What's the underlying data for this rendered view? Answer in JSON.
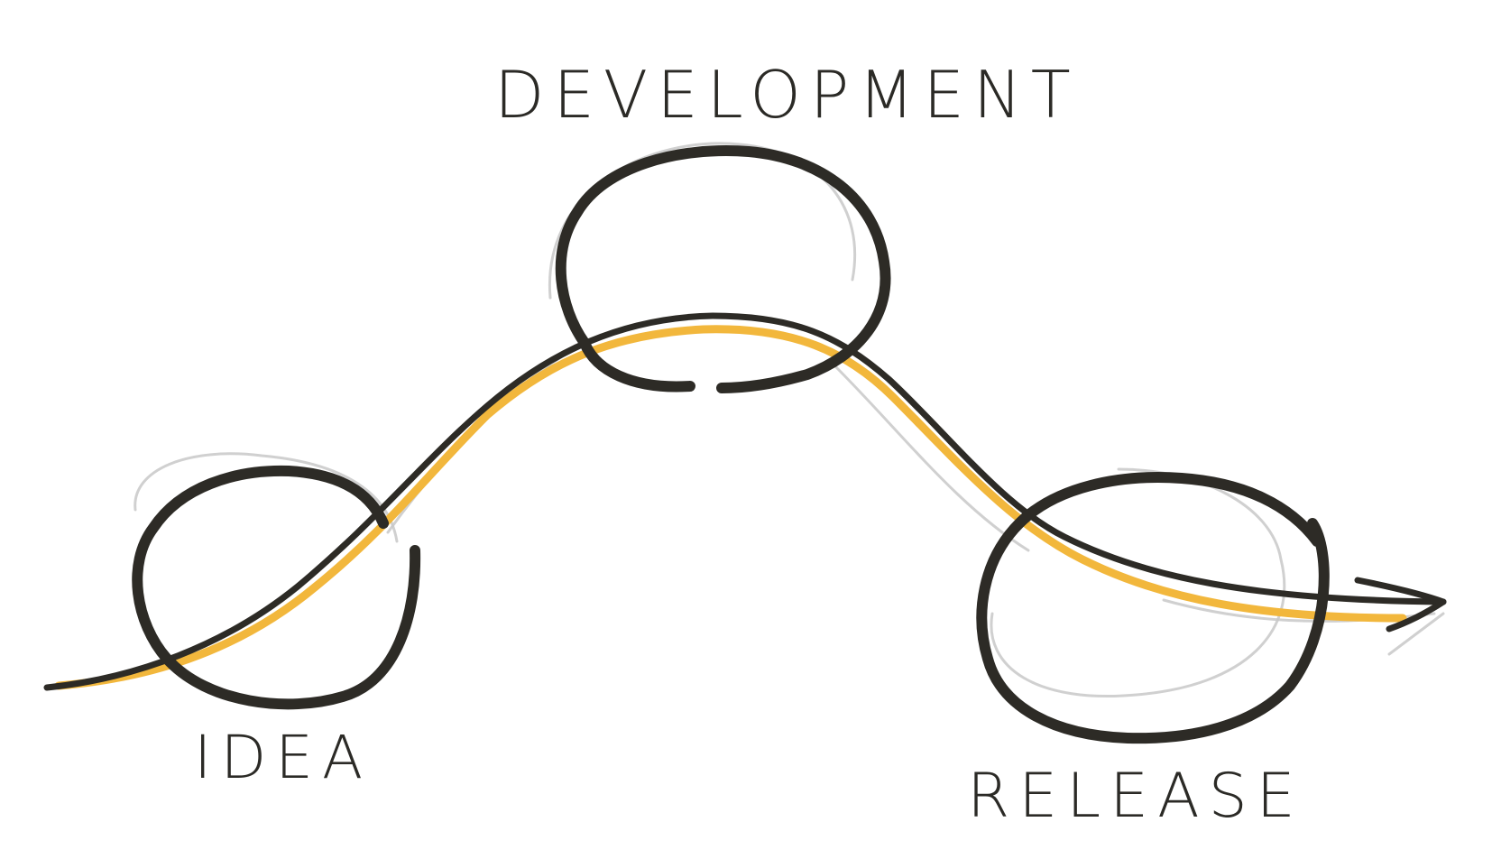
{
  "diagram": {
    "stages": [
      {
        "id": "idea",
        "label": "IDEA"
      },
      {
        "id": "development",
        "label": "DEVELOPMENT"
      },
      {
        "id": "release",
        "label": "RELEASE"
      }
    ],
    "colors": {
      "ink": "#2d2b26",
      "highlight": "#f2b73c",
      "pencil": "#c8c8c8",
      "background": "#ffffff"
    },
    "flow_direction": "left-to-right"
  }
}
